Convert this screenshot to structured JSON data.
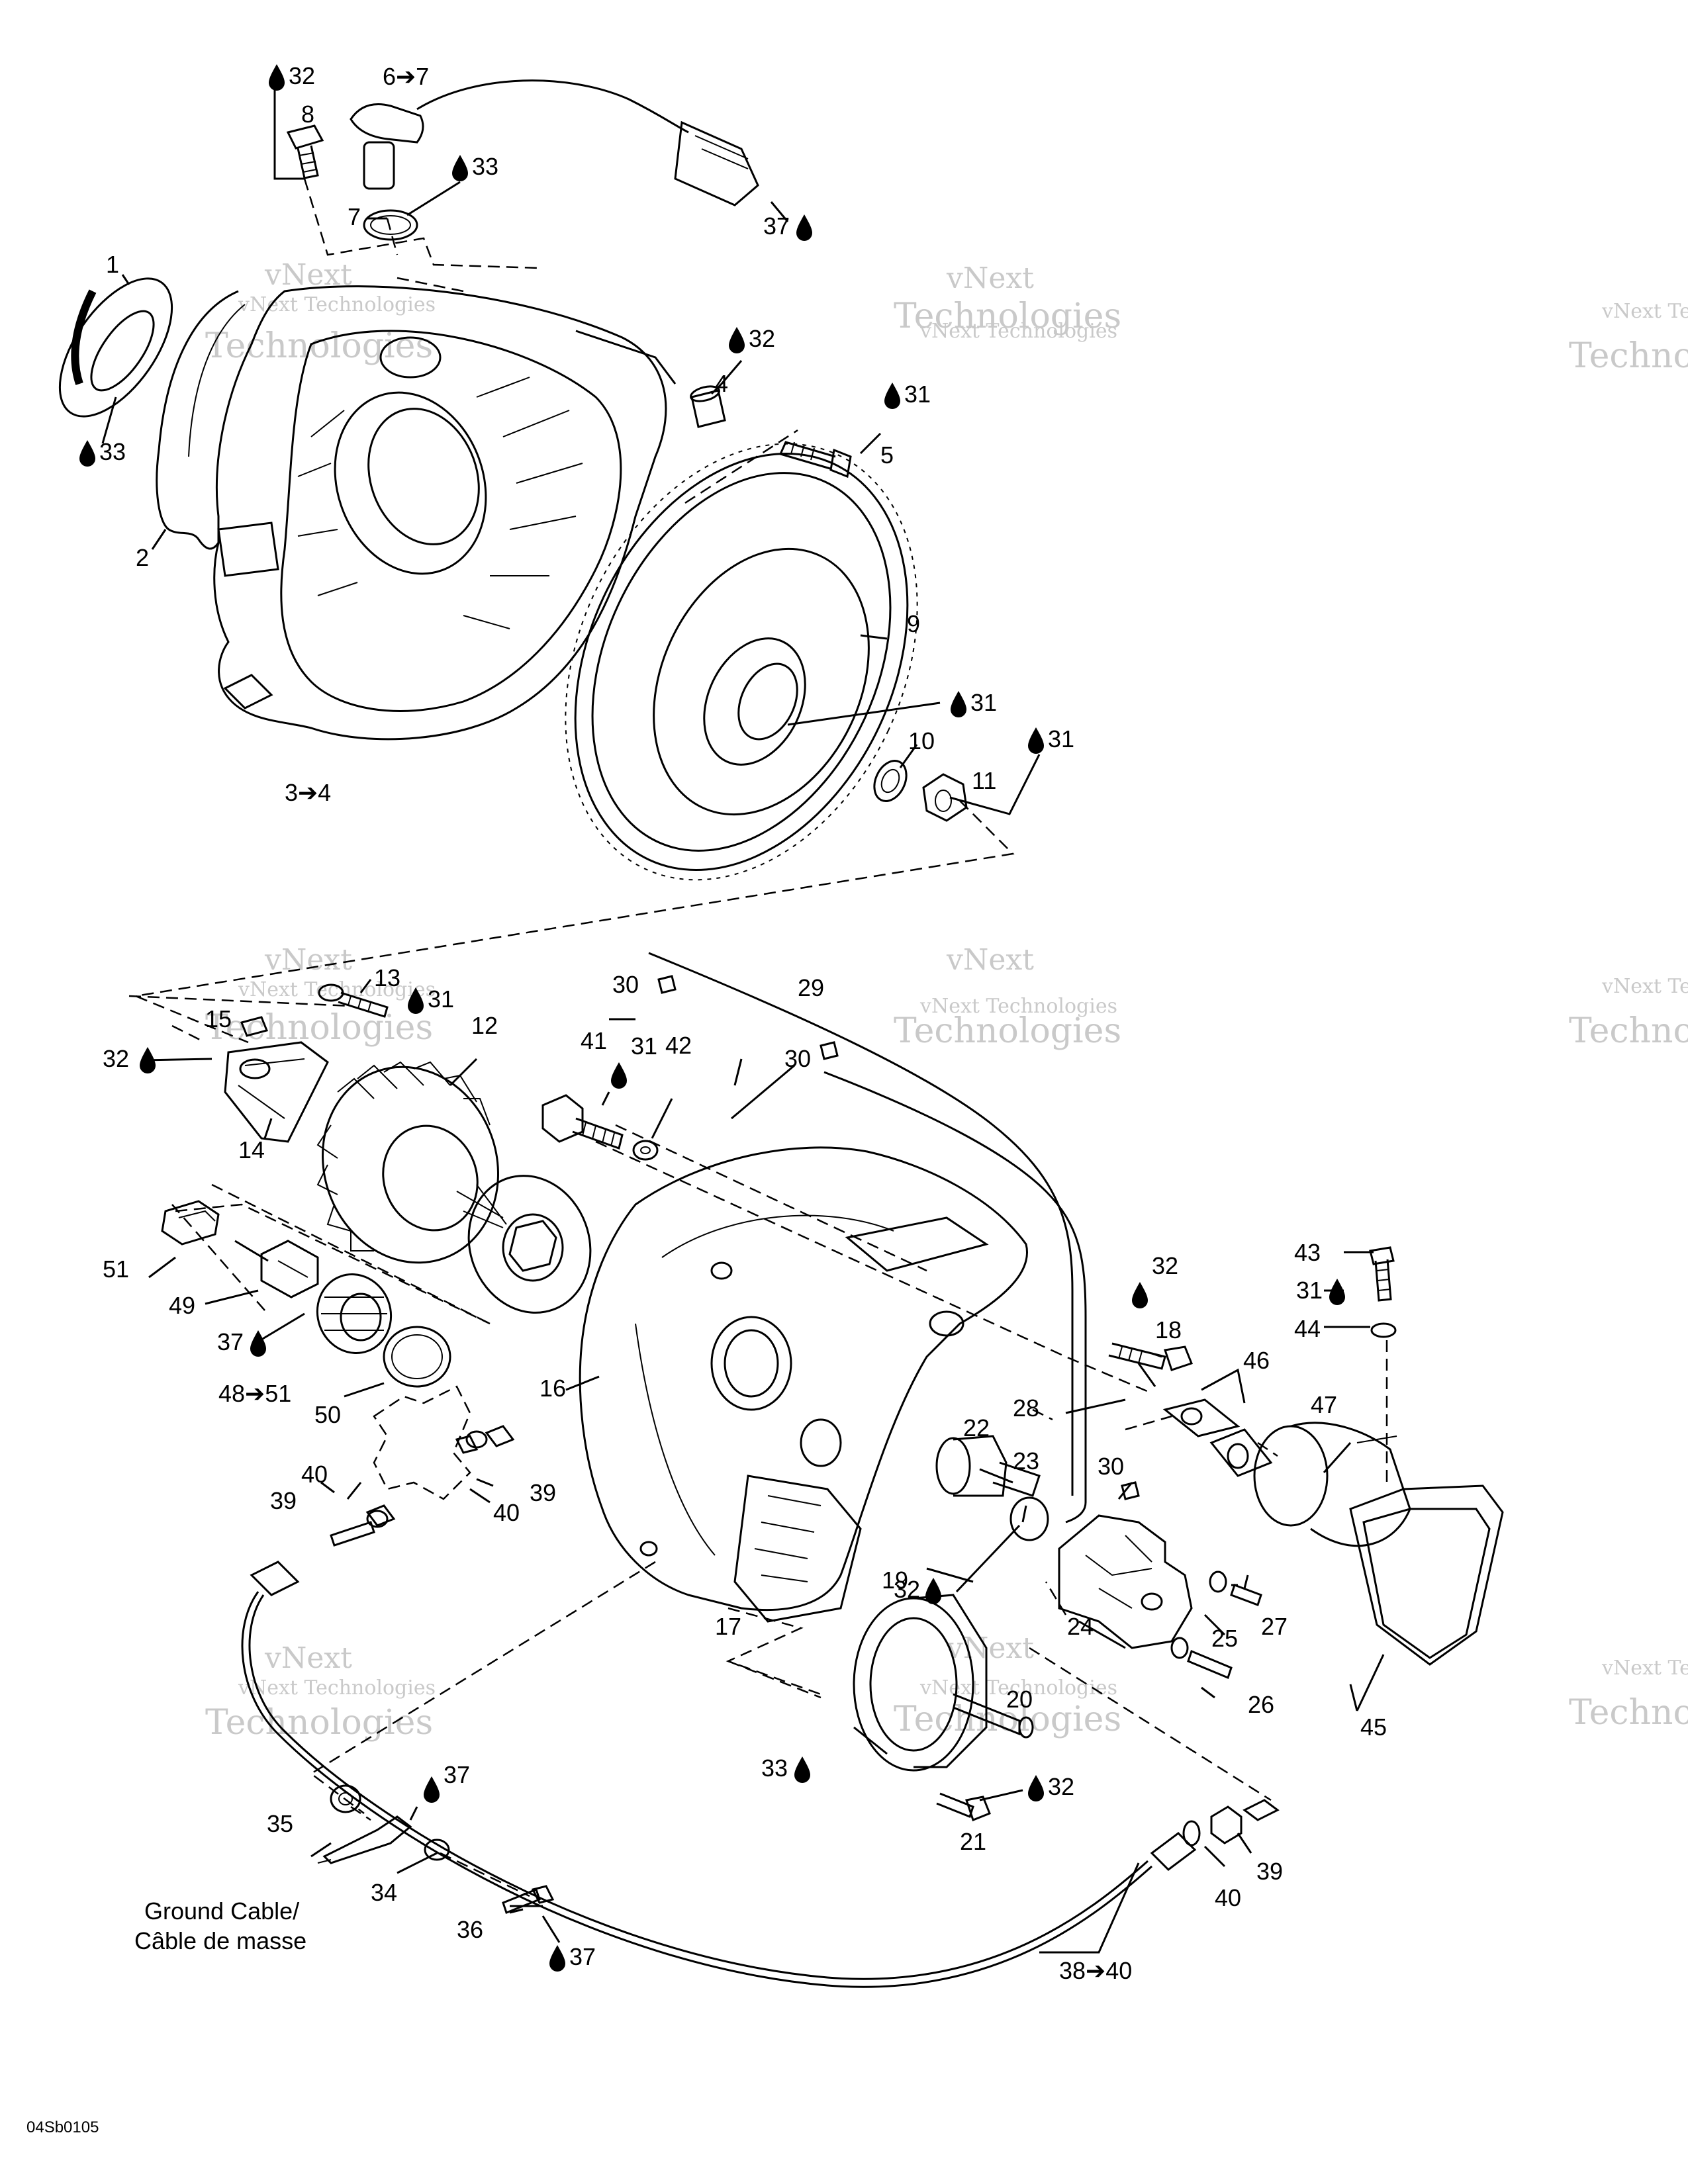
{
  "drawing_code": "04Sb0105",
  "watermark": {
    "line1": "vNext Technologies",
    "line2a": "vNext",
    "line2b": "Technologies"
  },
  "ground_cable": {
    "line1": "Ground Cable/",
    "line2": "Câble de masse"
  },
  "callouts": {
    "c1": "1",
    "c2": "2",
    "c3_4": "3➔4",
    "c4": "4",
    "c5": "5",
    "c6_7": "6➔7",
    "c7": "7",
    "c8": "8",
    "c9": "9",
    "c10": "10",
    "c11": "11",
    "c12": "12",
    "c13": "13",
    "c14": "14",
    "c15": "15",
    "c16": "16",
    "c17": "17",
    "c18": "18",
    "c19": "19",
    "c20": "20",
    "c21": "21",
    "c22": "22",
    "c23": "23",
    "c24": "24",
    "c25": "25",
    "c26": "26",
    "c27": "27",
    "c28": "28",
    "c29": "29",
    "c30a": "30",
    "c30b": "30",
    "c30c": "30",
    "c34": "34",
    "c35": "35",
    "c36": "36",
    "c38_40": "38➔40",
    "c39a": "39",
    "c39b": "39",
    "c39c": "39",
    "c40a": "40",
    "c40b": "40",
    "c40c": "40",
    "c41": "41",
    "c42": "42",
    "c43": "43",
    "c44": "44",
    "c45": "45",
    "c46": "46",
    "c47": "47",
    "c48_51": "48➔51",
    "c49": "49",
    "c50": "50",
    "c51": "51"
  },
  "product_callouts": {
    "p32_top": "32",
    "p33_top": "33",
    "p37_top": "37",
    "p33_left": "33",
    "p32_mid": "32",
    "p31_a": "31",
    "p31_b": "31",
    "p31_c": "31",
    "p31_13": "31",
    "p32_15": "32",
    "p31_41": "31",
    "p37_49": "37",
    "p31_43": "31",
    "p32_23": "32",
    "p33_19": "33",
    "p32_21": "32",
    "p37_35": "37",
    "p37_36": "37",
    "p32_18": "32"
  },
  "icons": {
    "product_drop": "drop-icon",
    "arrow": "arrow-icon"
  }
}
